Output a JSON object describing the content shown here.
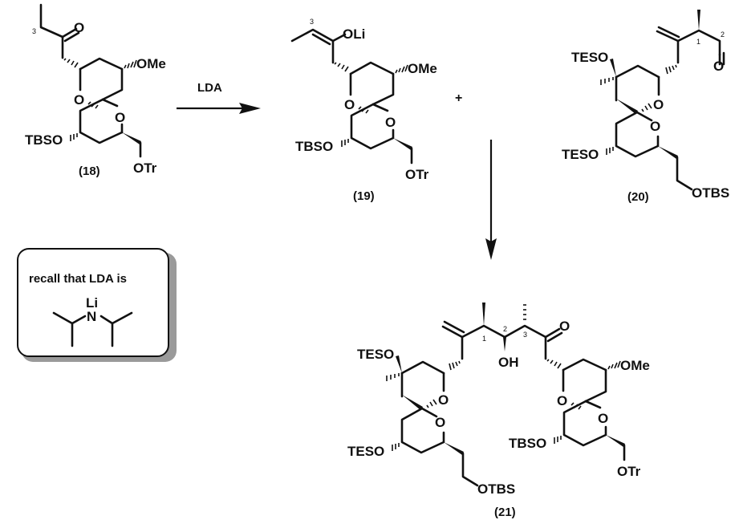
{
  "diagram": {
    "type": "reaction-scheme",
    "description": "Aldol coupling: ketone 18 deprotonated by LDA to lithium enolate 19, which reacts with aldehyde 20 to give aldol product 21",
    "reaction_arrow": {
      "reagent": "LDA"
    },
    "plus_sign": "+",
    "compounds": {
      "c18": {
        "label": "(18)",
        "substituents": {
          "ome": "OMe",
          "tbso": "TBSO",
          "otr": "OTr",
          "ketone_o": "O",
          "ring_o1": "O",
          "ring_o2": "O"
        },
        "atom_numbers": {
          "c3": "3"
        }
      },
      "c19": {
        "label": "(19)",
        "substituents": {
          "oli": "OLi",
          "ome": "OMe",
          "tbso": "TBSO",
          "otr": "OTr",
          "ring_o1": "O",
          "ring_o2": "O"
        },
        "atom_numbers": {
          "c3": "3"
        }
      },
      "c20": {
        "label": "(20)",
        "substituents": {
          "teso_top": "TESO",
          "teso_bottom": "TESO",
          "otbs": "OTBS",
          "aldehyde_o": "O",
          "ring_o1": "O",
          "ring_o2": "O"
        },
        "atom_numbers": {
          "c1": "1",
          "c2": "2"
        }
      },
      "c21": {
        "label": "(21)",
        "substituents": {
          "teso_top": "TESO",
          "teso_bottom": "TESO",
          "otbs": "OTBS",
          "oh": "OH",
          "ketone_o": "O",
          "ome": "OMe",
          "tbso": "TBSO",
          "otr": "OTr",
          "ring_o": "O"
        },
        "atom_numbers": {
          "c1": "1",
          "c2": "2",
          "c3": "3"
        }
      }
    },
    "note_box": {
      "text": "recall that LDA is",
      "li": "Li",
      "n": "N"
    }
  }
}
